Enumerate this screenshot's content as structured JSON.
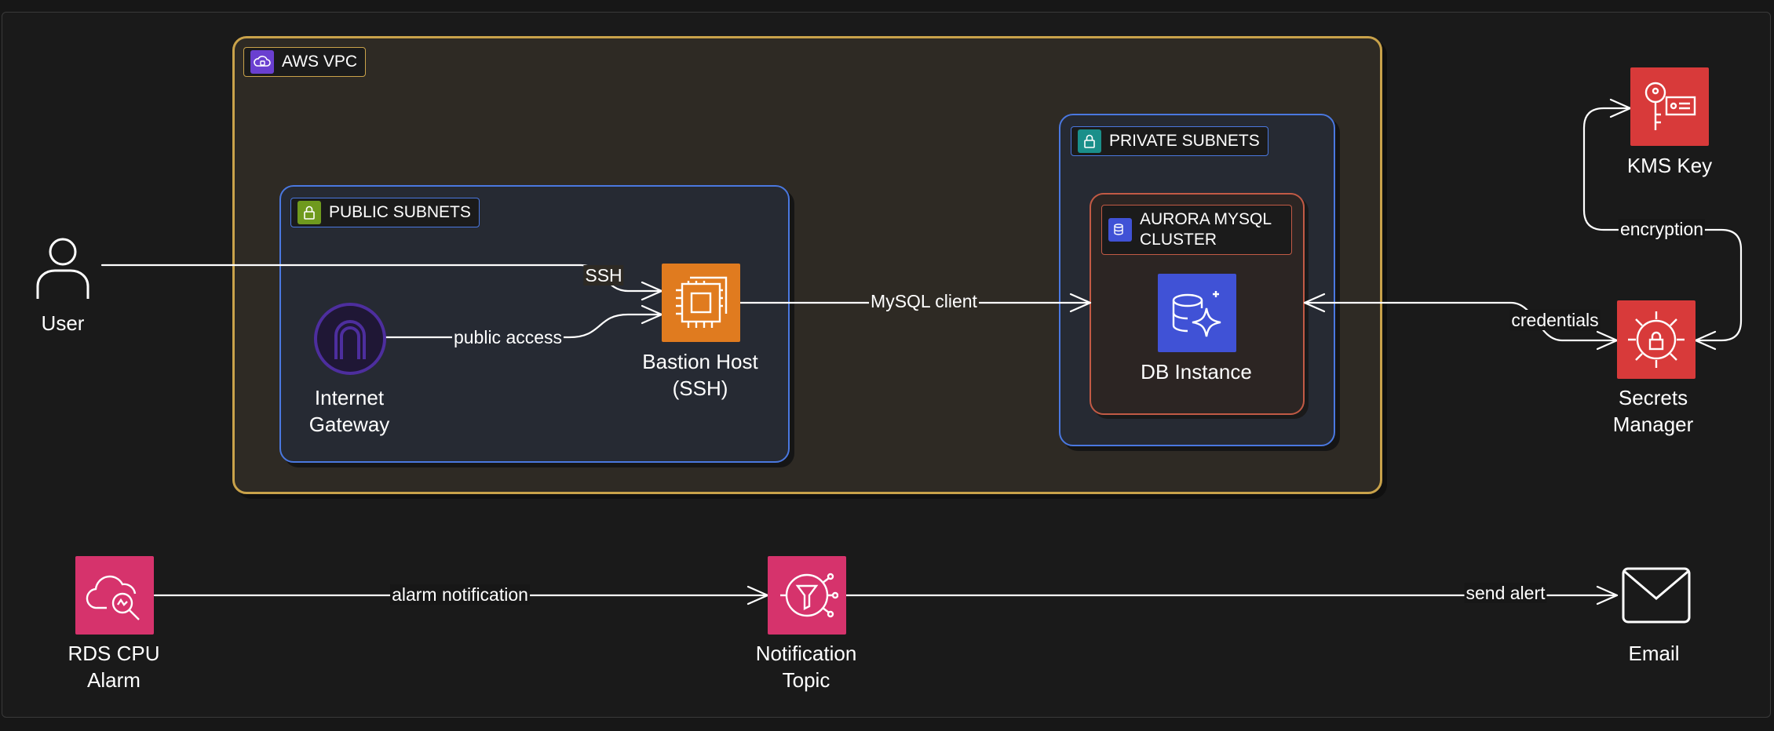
{
  "groups": {
    "vpc": "AWS VPC",
    "public_subnets": "PUBLIC SUBNETS",
    "private_subnets": "PRIVATE SUBNETS",
    "aurora_cluster": "AURORA MYSQL CLUSTER"
  },
  "nodes": {
    "user": "User",
    "internet_gateway": "Internet Gateway",
    "bastion_host": "Bastion Host (SSH)",
    "db_instance": "DB Instance",
    "kms_key": "KMS Key",
    "secrets_manager": "Secrets Manager",
    "rds_cpu_alarm": "RDS CPU Alarm",
    "notification_topic": "Notification Topic",
    "email": "Email"
  },
  "edges": {
    "ssh": "SSH",
    "public_access": "public access",
    "mysql_client": "MySQL client",
    "credentials": "credentials",
    "encryption": "encryption",
    "alarm_notification": "alarm notification",
    "send_alert": "send alert"
  },
  "colors": {
    "vpc_border": "#c9a24a",
    "subnet_border": "#4a78e0",
    "aurora_border": "#c25a45",
    "compute": "#e07b1f",
    "database": "#4052d6",
    "security": "#d83a3a",
    "management": "#d6336c",
    "gateway": "#4d2e9e"
  },
  "icons": {
    "user": "user-icon",
    "internet_gateway": "internet-gateway-icon",
    "bastion_host": "ec2-chip-icon",
    "db_instance": "aurora-database-icon",
    "kms_key": "kms-key-icon",
    "secrets_manager": "secrets-manager-icon",
    "rds_cpu_alarm": "cloudwatch-alarm-icon",
    "notification_topic": "sns-topic-icon",
    "email": "email-icon"
  }
}
